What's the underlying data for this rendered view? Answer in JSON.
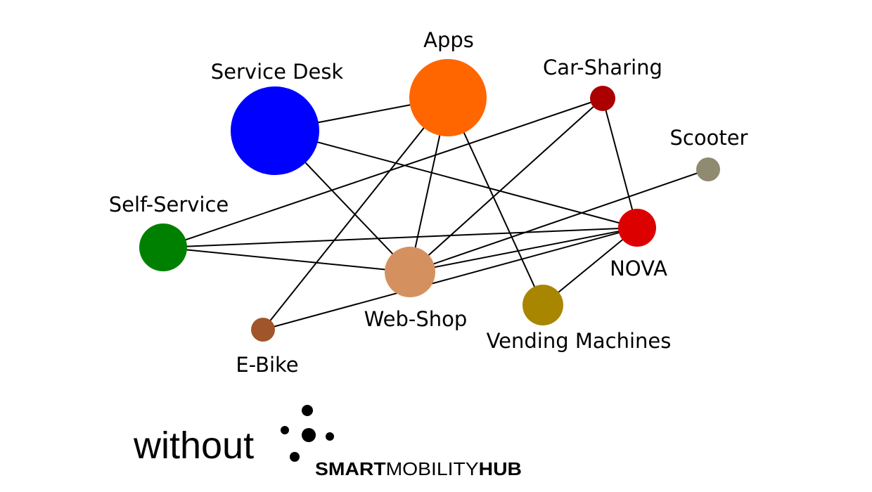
{
  "diagram": {
    "nodes": [
      {
        "id": "service-desk",
        "label": "Service Desk",
        "color": "#0000ff",
        "size": "large"
      },
      {
        "id": "apps",
        "label": "Apps",
        "color": "#ff6600",
        "size": "large"
      },
      {
        "id": "car-sharing",
        "label": "Car-Sharing",
        "color": "#aa0000",
        "size": "small"
      },
      {
        "id": "scooter",
        "label": "Scooter",
        "color": "#8f8a70",
        "size": "small"
      },
      {
        "id": "nova",
        "label": "NOVA",
        "color": "#dd0000",
        "size": "medium"
      },
      {
        "id": "self-service",
        "label": "Self-Service",
        "color": "#008000",
        "size": "medium"
      },
      {
        "id": "web-shop",
        "label": "Web-Shop",
        "color": "#d4915f",
        "size": "medium"
      },
      {
        "id": "vending-machines",
        "label": "Vending Machines",
        "color": "#a88600",
        "size": "medium"
      },
      {
        "id": "e-bike",
        "label": "E-Bike",
        "color": "#a0552a",
        "size": "small"
      }
    ],
    "edges": [
      [
        "service-desk",
        "apps"
      ],
      [
        "service-desk",
        "nova"
      ],
      [
        "service-desk",
        "web-shop"
      ],
      [
        "apps",
        "web-shop"
      ],
      [
        "apps",
        "e-bike"
      ],
      [
        "apps",
        "vending-machines"
      ],
      [
        "car-sharing",
        "self-service"
      ],
      [
        "car-sharing",
        "web-shop"
      ],
      [
        "car-sharing",
        "nova"
      ],
      [
        "scooter",
        "web-shop"
      ],
      [
        "self-service",
        "nova"
      ],
      [
        "self-service",
        "web-shop"
      ],
      [
        "web-shop",
        "nova"
      ],
      [
        "e-bike",
        "nova"
      ],
      [
        "nova",
        "vending-machines"
      ]
    ]
  },
  "footer": {
    "prefix": "without",
    "brand_bold_1": "SMART",
    "brand_light": "MOBILITY",
    "brand_bold_2": "HUB"
  }
}
